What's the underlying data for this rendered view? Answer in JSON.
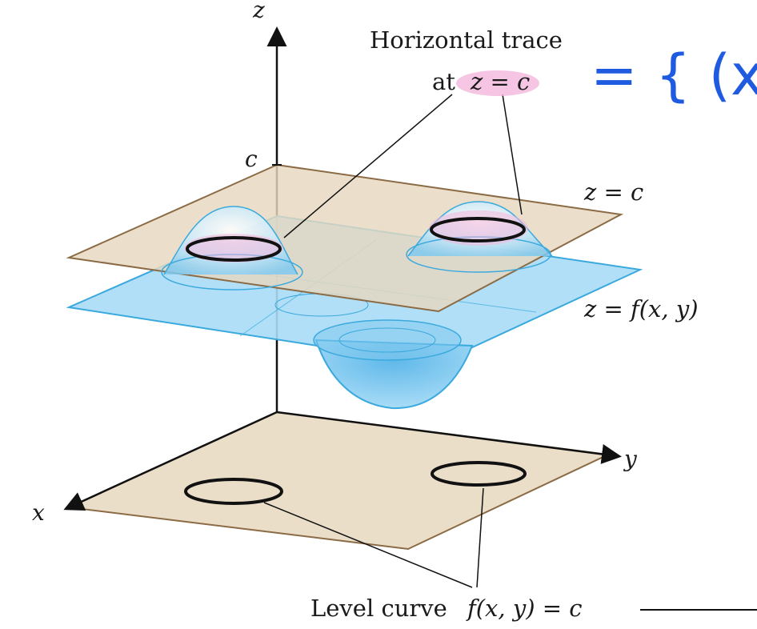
{
  "labels": {
    "axis_z": "z",
    "axis_x": "x",
    "axis_y": "y",
    "c_mark": "c",
    "trace_title": "Horizontal trace",
    "trace_at": "at",
    "trace_eq": "z = c",
    "plane_label": "z = c",
    "surface_label": "z = f(x, y)",
    "level_curve_text": "Level curve",
    "level_curve_eq": "f(x, y) = c",
    "handwritten_note": "= { (x"
  },
  "colors": {
    "plane_fill": "#e7d8bf",
    "plane_edge": "#8b6b45",
    "surface_fill": "#a9dcf6",
    "surface_edge": "#3aa9dd",
    "highlight": "#f3b6dc",
    "curve": "#111111",
    "ink_blue": "#1f5be0"
  }
}
